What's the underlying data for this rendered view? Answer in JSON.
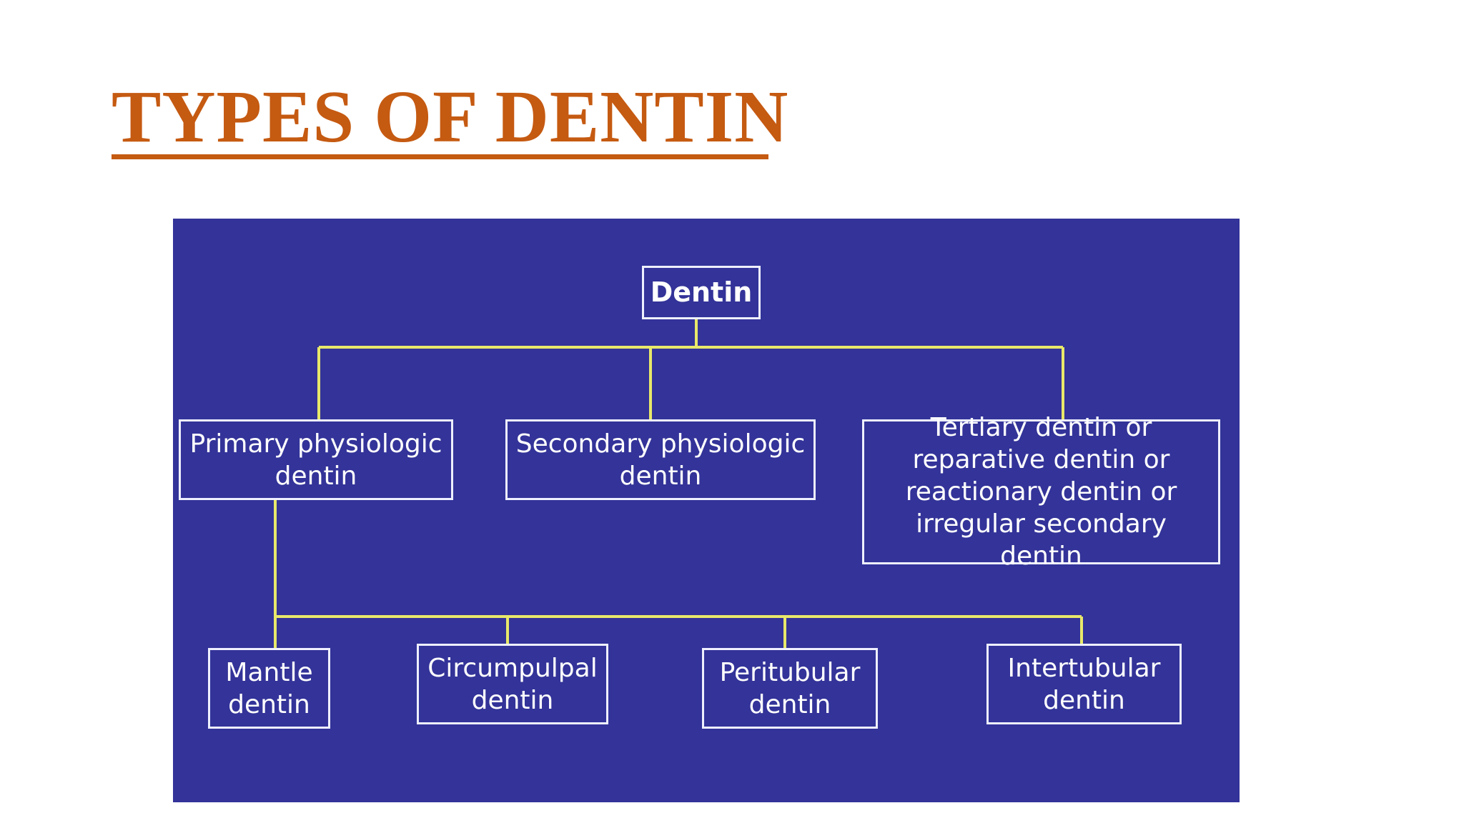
{
  "title": "TYPES OF DENTIN",
  "accent_color": "#c55a11",
  "panel_color": "#333399",
  "connector_color": "#e8e86a",
  "diagram": {
    "root": "Dentin",
    "level1": {
      "primary": "Primary physiologic\ndentin",
      "secondary": "Secondary physiologic\ndentin",
      "tertiary": "Tertiary dentin or\nreparative dentin or\nreactionary dentin or\nirregular secondary dentin"
    },
    "level2": {
      "mantle": "Mantle\ndentin",
      "circumpulpal": "Circumpulpal\ndentin",
      "peritubular": "Peritubular\ndentin",
      "intertubular": "Intertubular\ndentin"
    }
  }
}
